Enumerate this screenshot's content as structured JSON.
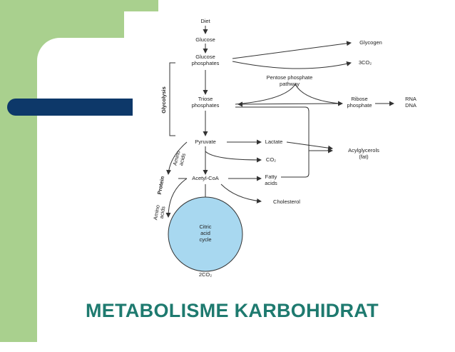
{
  "colors": {
    "green": "#a9d08e",
    "navy": "#0d3869",
    "title": "#1e7a6f",
    "cycle_fill": "#a8d8f0"
  },
  "diagram": {
    "diet": "Diet",
    "glucose": "Glucose",
    "glucose_phosphates_l1": "Glucose",
    "glucose_phosphates_l2": "phosphates",
    "glycogen": "Glycogen",
    "co2_3": "3CO₂",
    "pentose_l1": "Pentose phosphate",
    "pentose_l2": "pathway",
    "triose_l1": "Triose",
    "triose_l2": "phosphates",
    "ribose_l1": "Ribose",
    "ribose_l2": "phosphate",
    "rna": "RNA",
    "dna": "DNA",
    "glycolysis": "Glycolysis",
    "pyruvate": "Pyruvate",
    "lactate": "Lactate",
    "co2": "CO₂",
    "acylglycerols_l1": "Acylglycerols",
    "acylglycerols_l2": "(fat)",
    "acetyl_coa": "Acetyl-CoA",
    "fatty_l1": "Fatty",
    "fatty_l2": "acids",
    "cholesterol": "Cholesterol",
    "amino_acids_top_l1": "Amino",
    "amino_acids_top_l2": "acids",
    "protein": "Protein",
    "amino_acids_bottom_l1": "Amino",
    "amino_acids_bottom_l2": "acids",
    "citric_l1": "Citric",
    "citric_l2": "acid",
    "citric_l3": "cycle",
    "co2_2": "2CO₂"
  },
  "title": "METABOLISME KARBOHIDRAT"
}
